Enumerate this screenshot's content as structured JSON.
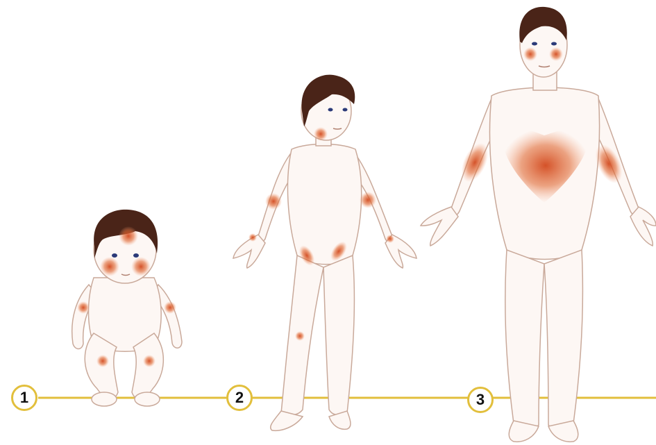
{
  "stages": [
    {
      "number": "1",
      "figure": "infant"
    },
    {
      "number": "2",
      "figure": "child"
    },
    {
      "number": "3",
      "figure": "adult"
    }
  ],
  "colors": {
    "timeline": "#e2bf3c",
    "skin_outline": "#c9a99a",
    "skin_fill": "#fdf7f4",
    "hair": "#4a2418",
    "rash": "#d2491e",
    "eyes": "#2b3a78"
  }
}
